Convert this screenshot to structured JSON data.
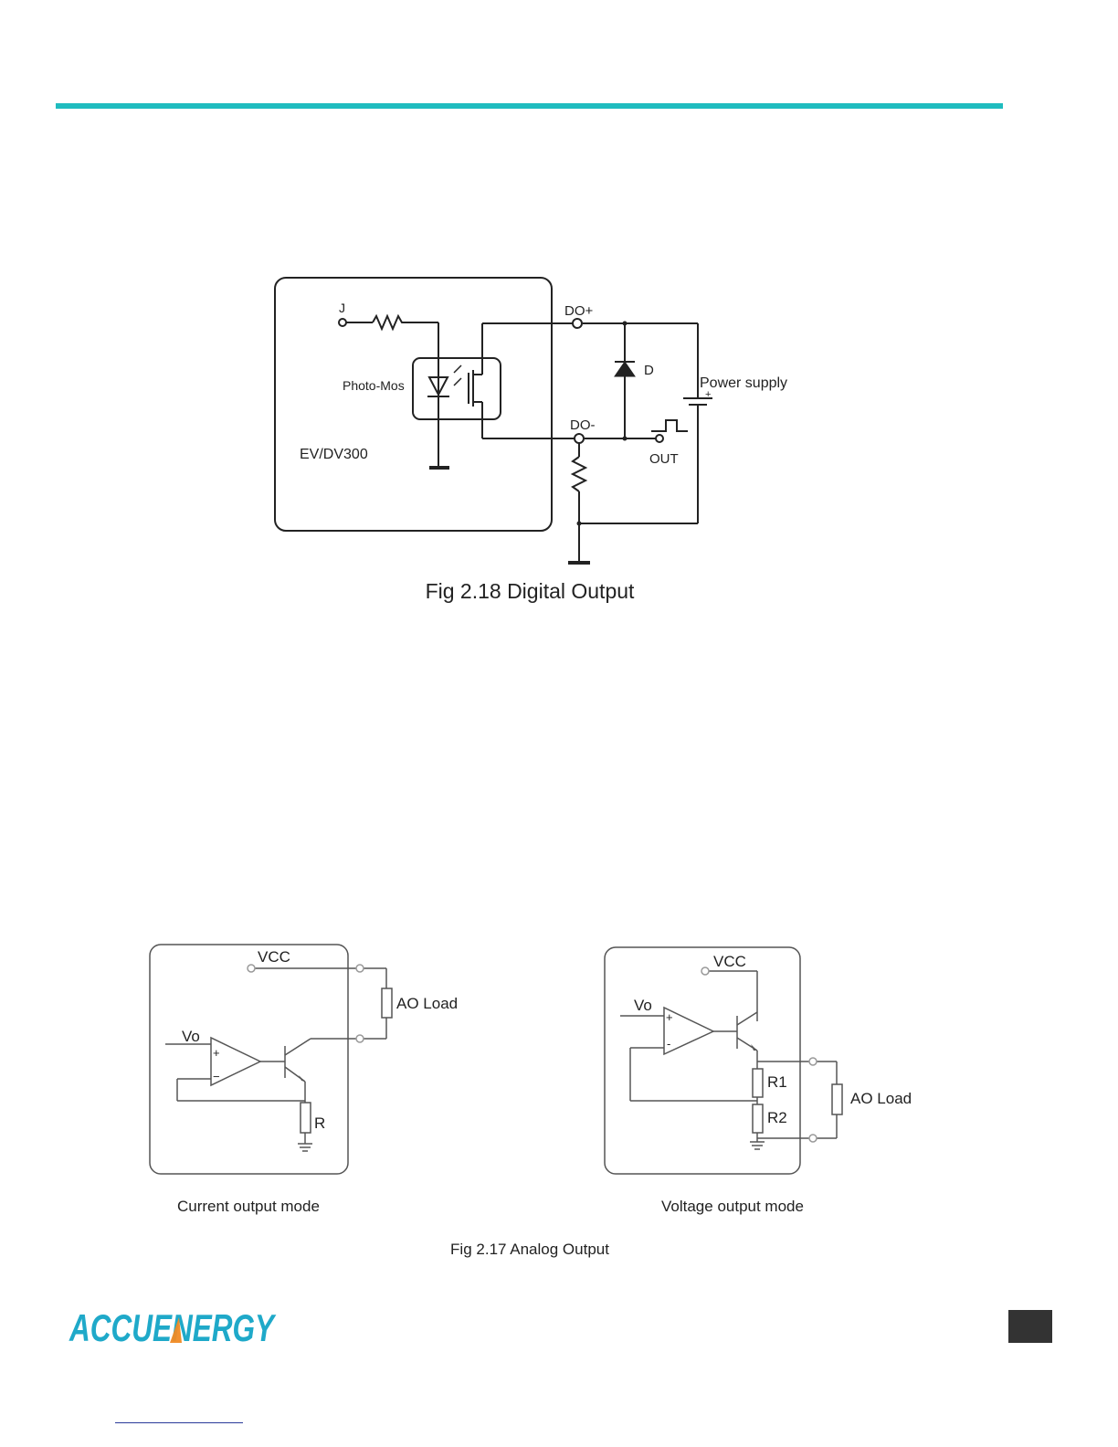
{
  "fig_digital": {
    "caption": "Fig 2.18 Digital Output",
    "labels": {
      "j": "J",
      "photo_mos": "Photo-Mos",
      "device": "EV/DV300",
      "do_plus": "DO+",
      "do_minus": "DO-",
      "d": "D",
      "power_supply": "Power supply",
      "plus": "+",
      "out": "OUT"
    }
  },
  "fig_analog": {
    "caption": "Fig 2.17 Analog Output",
    "current": {
      "title": "Current output mode",
      "vcc": "VCC",
      "vo": "Vo",
      "ao_load": "AO Load",
      "r": "R",
      "plus": "+",
      "minus": "−"
    },
    "voltage": {
      "title": "Voltage output mode",
      "vcc": "VCC",
      "vo": "Vo",
      "ao_load": "AO Load",
      "r1": "R1",
      "r2": "R2",
      "plus": "+",
      "minus": "-"
    }
  },
  "brand": {
    "logo_text": "ACCUENERGY"
  },
  "colors": {
    "accent_rule": "#1fbcbf",
    "logo": "#1fa9c9",
    "logo_accent": "#f08a24"
  }
}
